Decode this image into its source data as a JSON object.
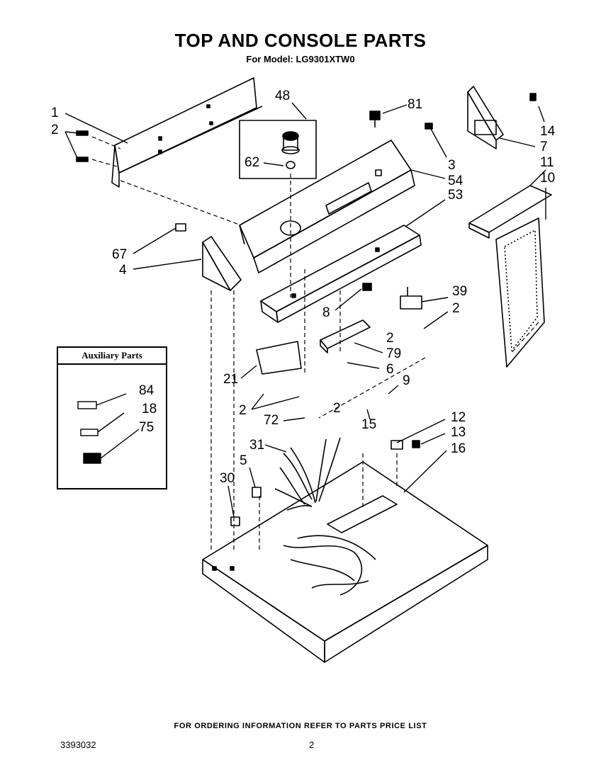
{
  "header": {
    "title": "TOP AND CONSOLE PARTS",
    "model_line": "For Model: LG9301XTW0"
  },
  "callouts": {
    "c1": "1",
    "c2a": "2",
    "c48": "48",
    "c81": "81",
    "c14": "14",
    "c7": "7",
    "c3": "3",
    "c54": "54",
    "c53": "53",
    "c62": "62",
    "c11": "11",
    "c10": "10",
    "c67": "67",
    "c4": "4",
    "c39": "39",
    "c8": "8",
    "c2b": "2",
    "c2c": "2",
    "c79": "79",
    "c6": "6",
    "c21": "21",
    "c9": "9",
    "c2d": "2",
    "c2e": "2",
    "c72": "72",
    "c15": "15",
    "c12": "12",
    "c13": "13",
    "c16": "16",
    "c31": "31",
    "c5": "5",
    "c30": "30"
  },
  "auxiliary": {
    "heading": "Auxiliary Parts",
    "items": {
      "a84": "84",
      "a18": "18",
      "a75": "75"
    }
  },
  "footer": {
    "note": "FOR ORDERING INFORMATION REFER TO PARTS PRICE LIST",
    "doc_number": "3393032",
    "page_number": "2"
  }
}
